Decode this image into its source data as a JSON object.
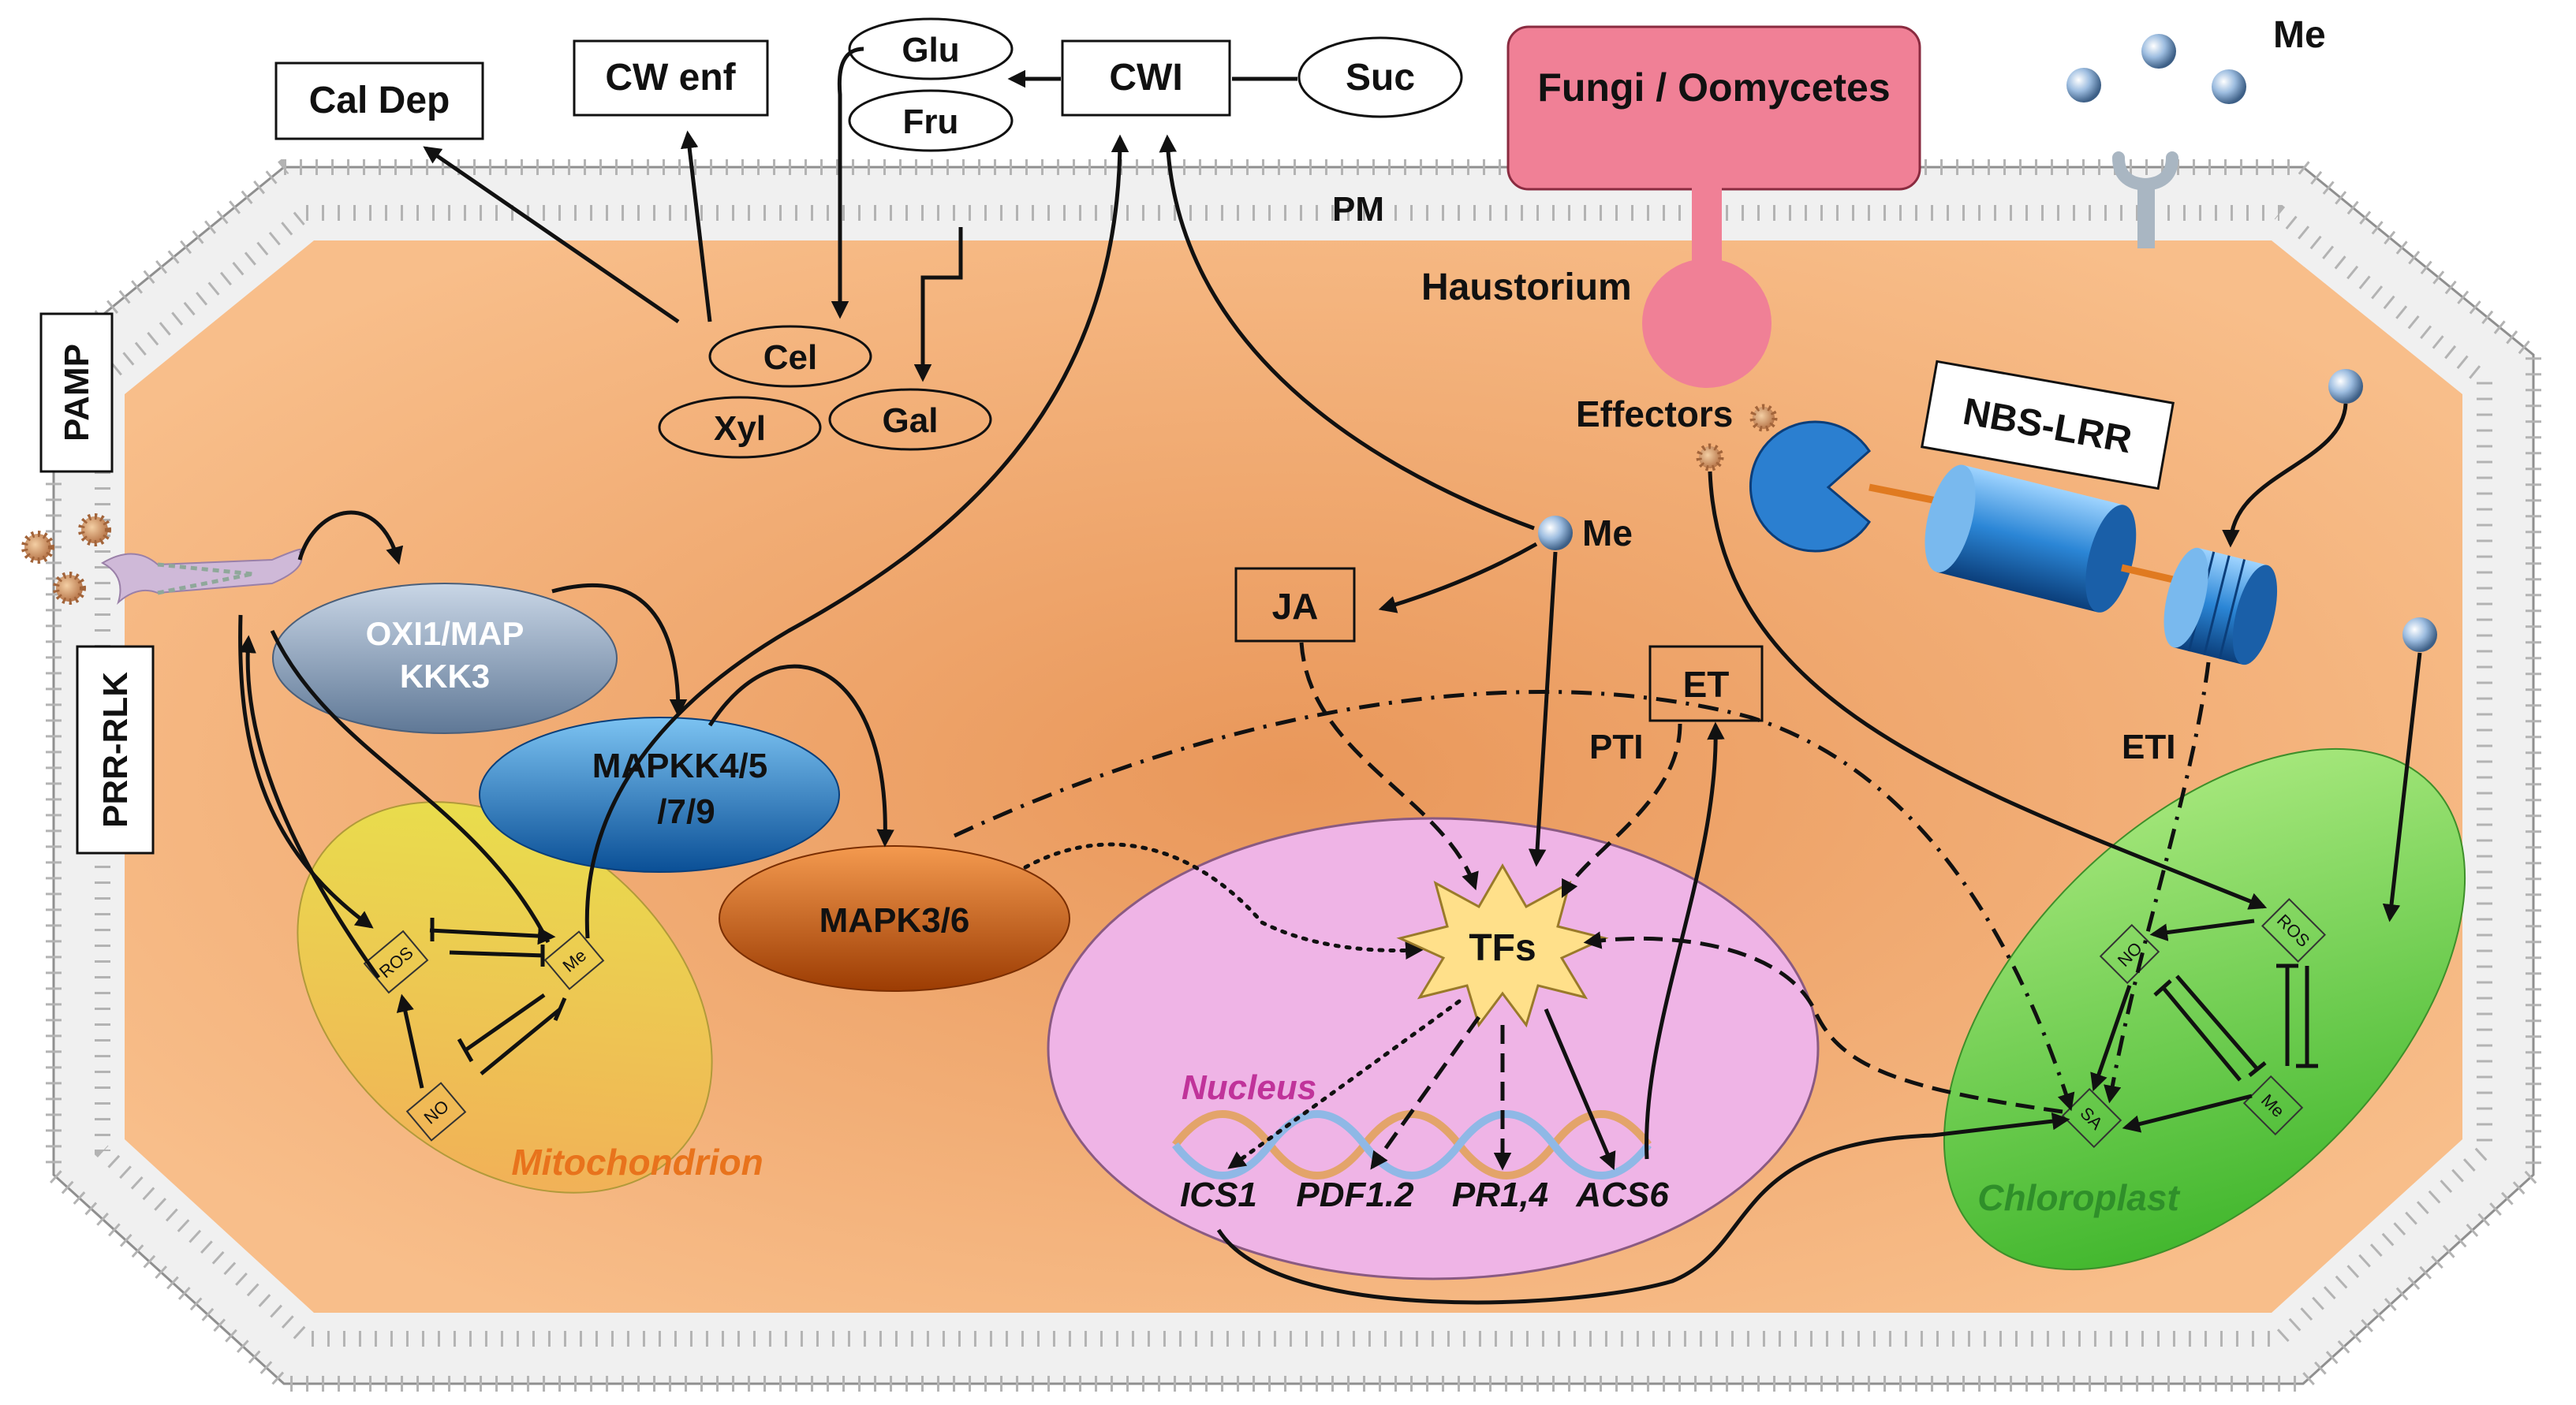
{
  "labels": {
    "cal_dep": "Cal Dep",
    "cw_enf": "CW enf",
    "glu": "Glu",
    "fru": "Fru",
    "cwi": "CWI",
    "suc": "Suc",
    "fungi": "Fungi / Oomycetes",
    "me_top": "Me",
    "pm": "PM",
    "haustorium": "Haustorium",
    "pamp": "PAMP",
    "prr_rlk": "PRR-RLK",
    "cel": "Cel",
    "xyl": "Xyl",
    "gal": "Gal",
    "effectors": "Effectors",
    "nbs_lrr": "NBS-LRR",
    "me_center": "Me",
    "oxi1_line1": "OXI1/MAP",
    "oxi1_line2": "KKK3",
    "mapkk_line1": "MAPKK4/5",
    "mapkk_line2": "/7/9",
    "mapk36": "MAPK3/6",
    "ja": "JA",
    "et": "ET",
    "pti": "PTI",
    "eti": "ETI",
    "tfs": "TFs",
    "nucleus": "Nucleus",
    "mitochondrion": "Mitochondrion",
    "chloroplast": "Chloroplast",
    "mito_ros": "ROS",
    "mito_me": "Me",
    "mito_no": "NO",
    "chl_no": "NO",
    "chl_ros": "ROS",
    "chl_sa": "SA",
    "chl_me": "Me"
  },
  "genes": [
    "ICS1",
    "PDF1.2",
    "PR1,4",
    "ACS6"
  ],
  "colors": {
    "cytoplasm": "#f3b078",
    "membrane": "#c9c9c9",
    "fungi_fill": "#f08096",
    "mito_fill": "#e8d84a",
    "mito_text": "#e8731c",
    "nucleus_fill": "#efb4e6",
    "nucleus_text": "#c0339a",
    "chloro_fill": "#5fcf2f",
    "chloro_text": "#2f8f2a",
    "oxi1_fill": "#9aaec7",
    "mapkk_fill": "#1f7fcf",
    "mapk_fill": "#d9620f",
    "tfs_fill": "#ffe08a",
    "nbs_fill": "#2b86d6",
    "metal_ion": "#8fb3d8"
  }
}
